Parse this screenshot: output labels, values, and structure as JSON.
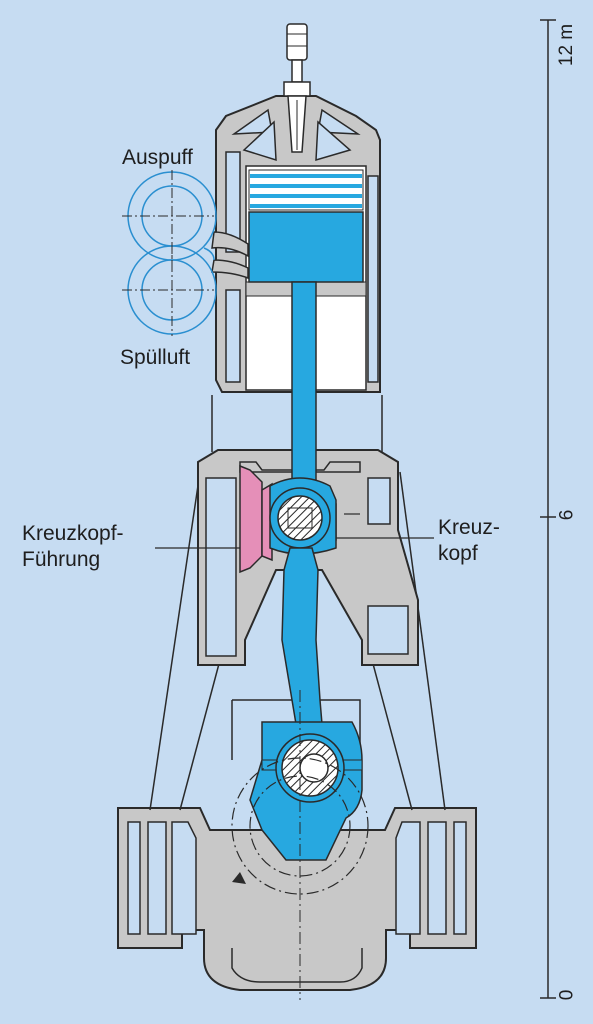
{
  "labels": {
    "auspuff": "Auspuff",
    "spuelluft": "Spülluft",
    "kreuzkopf_fuehrung_line1": "Kreuzkopf-",
    "kreuzkopf_fuehrung_line2": "Führung",
    "kreuzkopf_line1": "Kreuz-",
    "kreuzkopf_line2": "kopf"
  },
  "scale": {
    "ticks": [
      "12 m",
      "6",
      "0"
    ]
  },
  "colors": {
    "background": "#c6dcf2",
    "frame": "#c8c8c8",
    "moving_parts": "#27a8e0",
    "crosshead_guide": "#e58fb8",
    "outline": "#2a2a2a",
    "port_circles": "#2a8fd0"
  }
}
